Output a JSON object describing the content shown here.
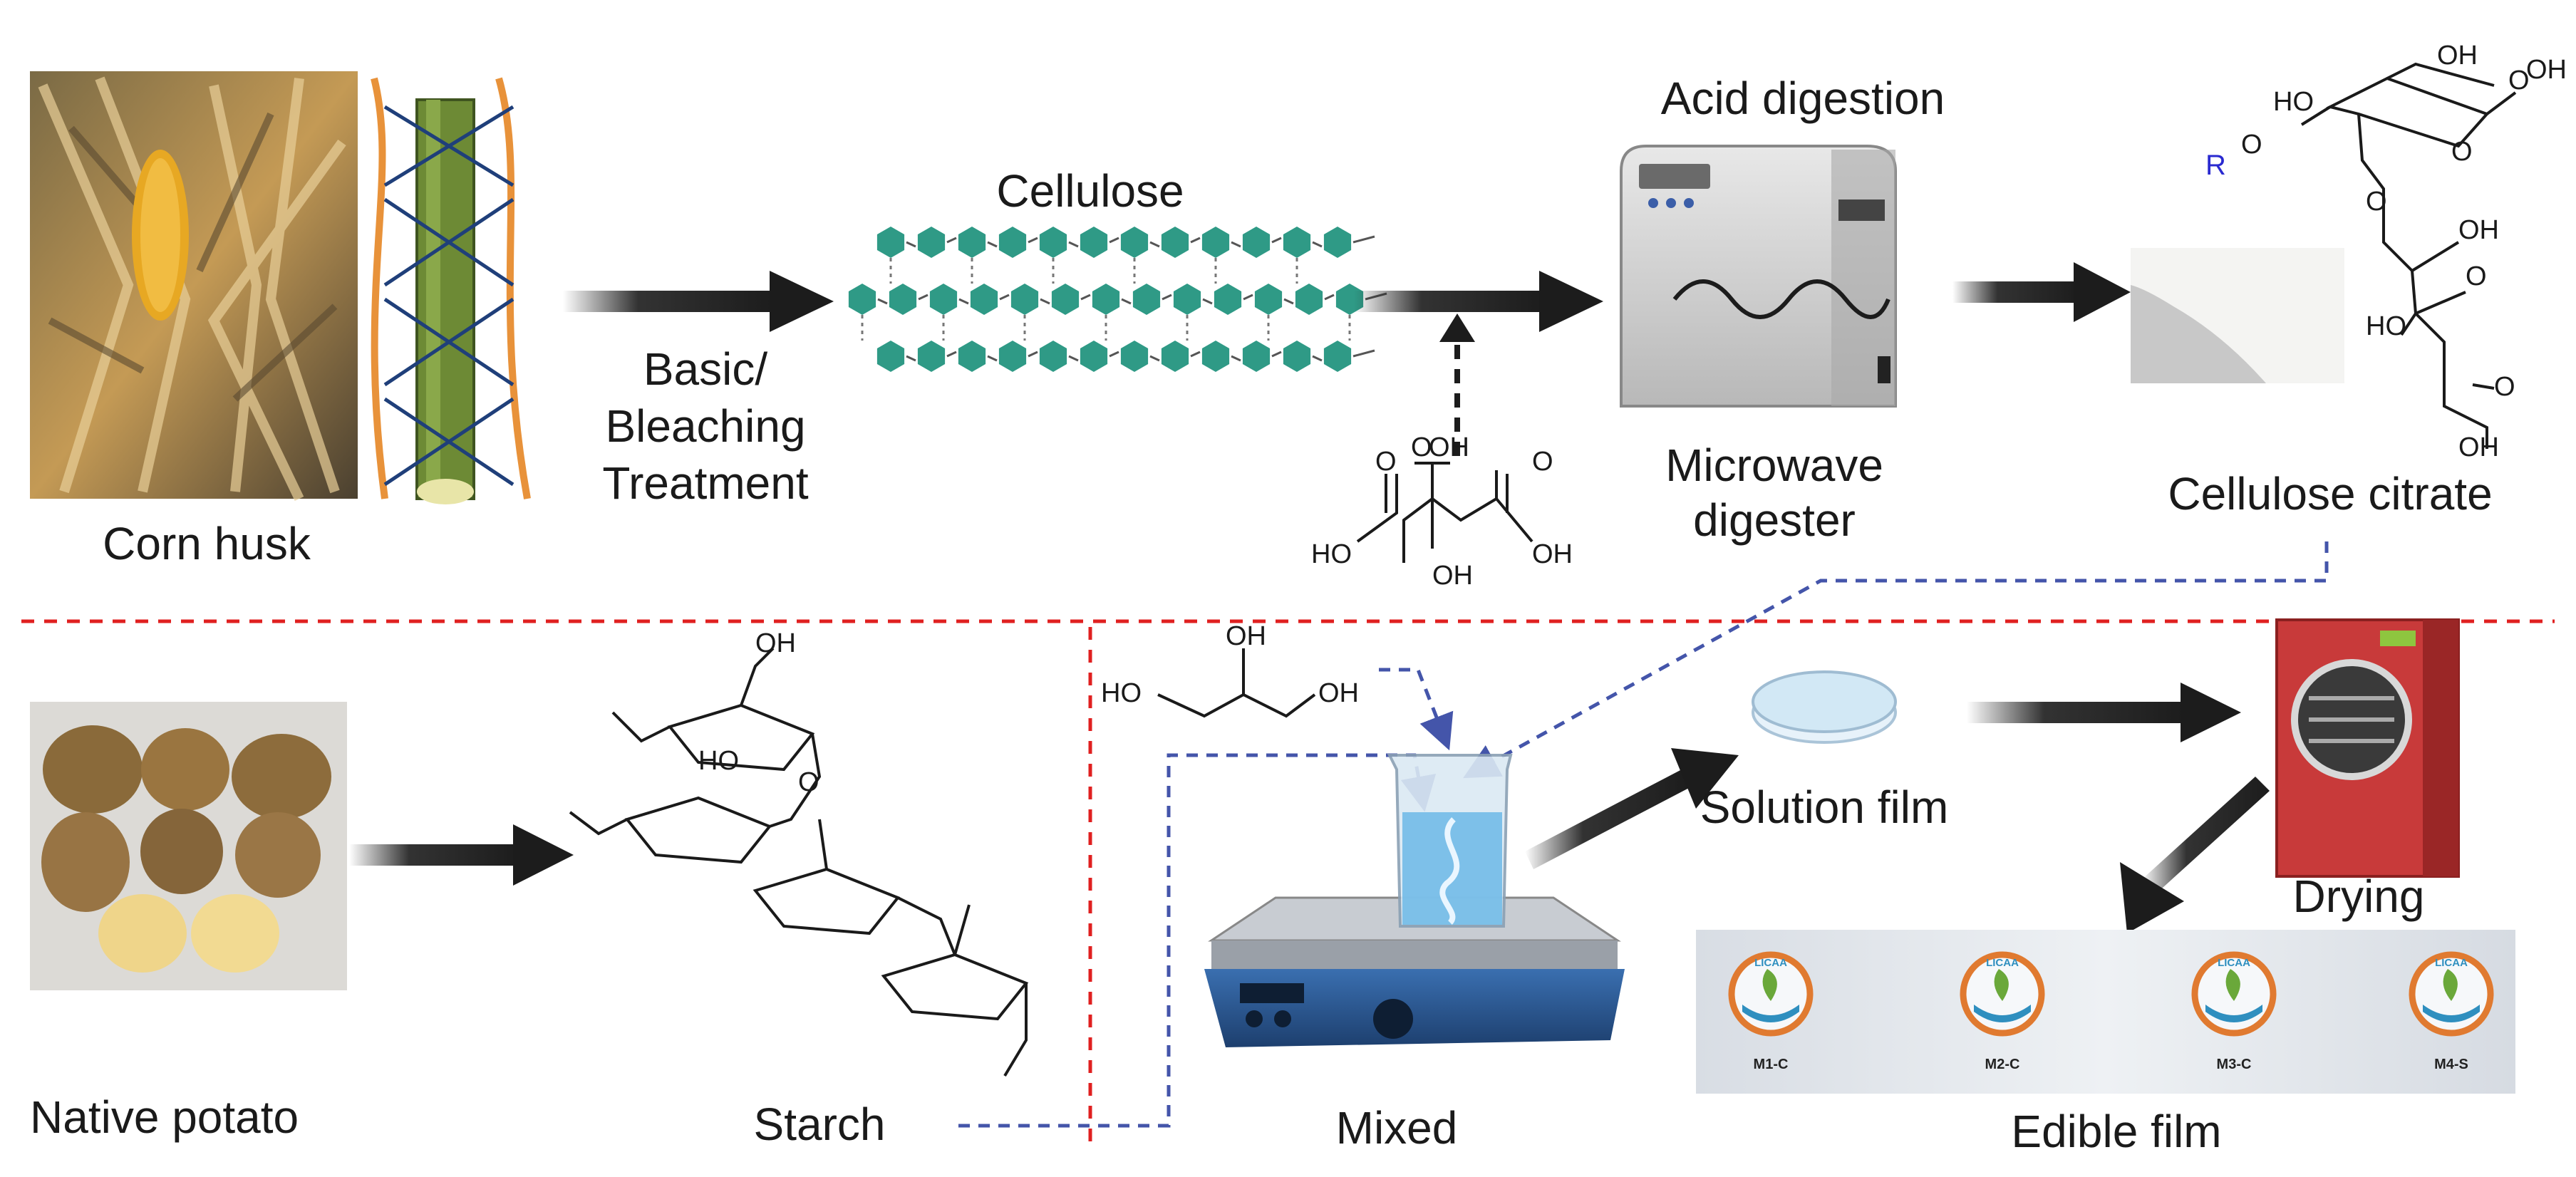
{
  "labels": {
    "corn_husk": "Corn husk",
    "treatment_1": "Basic/",
    "treatment_2": "Bleaching",
    "treatment_3": "Treatment",
    "cellulose": "Cellulose",
    "acid_digestion": "Acid digestion",
    "microwave_1": "Microwave",
    "microwave_2": "digester",
    "cellulose_citrate": "Cellulose citrate",
    "native_potato": "Native potato",
    "starch": "Starch",
    "mixed": "Mixed",
    "solution_film": "Solution film",
    "drying": "Drying",
    "edible_film": "Edible film"
  },
  "citric_acid": {
    "oh_top": "OH",
    "o_left": "O",
    "o_right": "O",
    "o_top": "O",
    "ho_left": "HO",
    "oh_right": "OH",
    "oh_bottom": "OH"
  },
  "glycerol": {
    "ho": "HO",
    "oh_top": "OH",
    "oh_right": "OH"
  },
  "citrate_molecule": {
    "oh1": "OH",
    "ho1": "HO",
    "o1": "O",
    "r": "R",
    "o2": "O",
    "o3": "O",
    "ho2": "HO",
    "oh2": "OH",
    "o4": "O",
    "o5": "O",
    "oh3": "OH",
    "o6": "O",
    "oh4": "OH"
  },
  "starch_molecule": {
    "oh": "OH",
    "ho": "HO",
    "o": "O"
  },
  "film_samples": [
    "M1-C",
    "M2-C",
    "M3-C",
    "M4-S"
  ],
  "film_logo_text": "LICAA",
  "colors": {
    "arrow": "#1c1c1c",
    "divider": "#e02020",
    "connector": "#4455aa",
    "cellulose": "#2f9a86",
    "dryer": "#c83a3a"
  }
}
